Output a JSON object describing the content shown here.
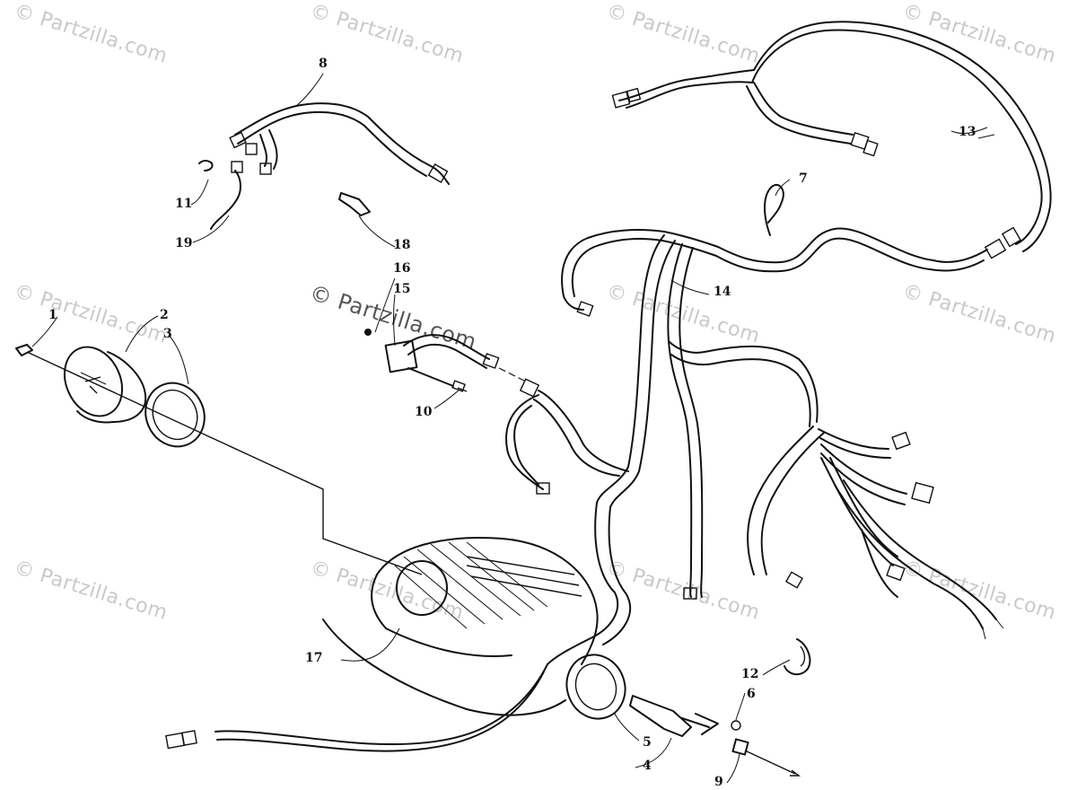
{
  "watermark": {
    "text": "© Partzilla.com",
    "center_text": "© Partzilla.com"
  },
  "callouts": [
    {
      "id": "1",
      "label": "1"
    },
    {
      "id": "2",
      "label": "2"
    },
    {
      "id": "3",
      "label": "3"
    },
    {
      "id": "4",
      "label": "4"
    },
    {
      "id": "5",
      "label": "5"
    },
    {
      "id": "6",
      "label": "6"
    },
    {
      "id": "7",
      "label": "7"
    },
    {
      "id": "8",
      "label": "8"
    },
    {
      "id": "9",
      "label": "9"
    },
    {
      "id": "10",
      "label": "10"
    },
    {
      "id": "11",
      "label": "11"
    },
    {
      "id": "12",
      "label": "12"
    },
    {
      "id": "13",
      "label": "13"
    },
    {
      "id": "14",
      "label": "14"
    },
    {
      "id": "15",
      "label": "15"
    },
    {
      "id": "16",
      "label": "16"
    },
    {
      "id": "17",
      "label": "17"
    },
    {
      "id": "18",
      "label": "18"
    },
    {
      "id": "19",
      "label": "19"
    }
  ]
}
